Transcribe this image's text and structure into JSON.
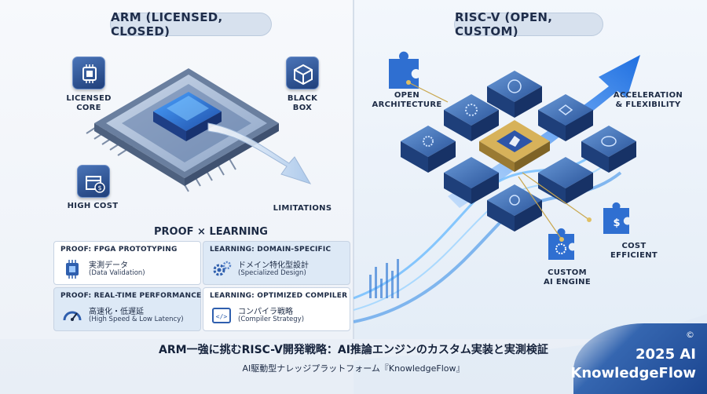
{
  "left_panel": {
    "header": "ARM (LICENSED, CLOSED)",
    "labels": {
      "licensed_core": "LICENSED\nCORE",
      "black_box": "BLACK\nBOX",
      "high_cost": "HIGH COST",
      "limitations": "LIMITATIONS"
    }
  },
  "right_panel": {
    "header": "RISC-V (OPEN, CUSTOM)",
    "labels": {
      "open_architecture": "OPEN\nARCHITECTURE",
      "acceleration": "ACCELERATION\n& FLEXIBILITY",
      "cost_efficient": "COST\nEFFICIENT",
      "custom_ai_engine": "CUSTOM\nAI ENGINE"
    }
  },
  "proof_learning": {
    "title": "PROOF × LEARNING",
    "cards": [
      {
        "title": "PROOF: FPGA PROTOTYPING",
        "main": "実測データ",
        "sub": "(Data Validation)",
        "icon": "chip-icon"
      },
      {
        "title": "LEARNING: DOMAIN-SPECIFIC",
        "main": "ドメイン特化型設計",
        "sub": "(Specialized Design)",
        "icon": "gear-icon"
      },
      {
        "title": "PROOF: REAL-TIME PERFORMANCE",
        "main": "高速化・低遅延",
        "sub": "(High Speed & Low Latency)",
        "icon": "gauge-icon"
      },
      {
        "title": "LEARNING: OPTIMIZED COMPILER",
        "main": "コンパイラ戦略",
        "sub": "(Compiler Strategy)",
        "icon": "code-icon"
      }
    ]
  },
  "footer": {
    "title": "ARM一強に挑むRISC-V開発戦略：AI推論エンジンのカスタム実装と実測検証",
    "subtitle": "AI駆動型ナレッジプラットフォーム『KnowledgeFlow』",
    "copyright": "©",
    "brand_line1": "2025 AI",
    "brand_line2": "KnowledgeFlow"
  },
  "colors": {
    "accent_blue": "#2f6fd1",
    "dark_navy": "#1b2f5e",
    "glow_cyan": "#55b8ff"
  }
}
